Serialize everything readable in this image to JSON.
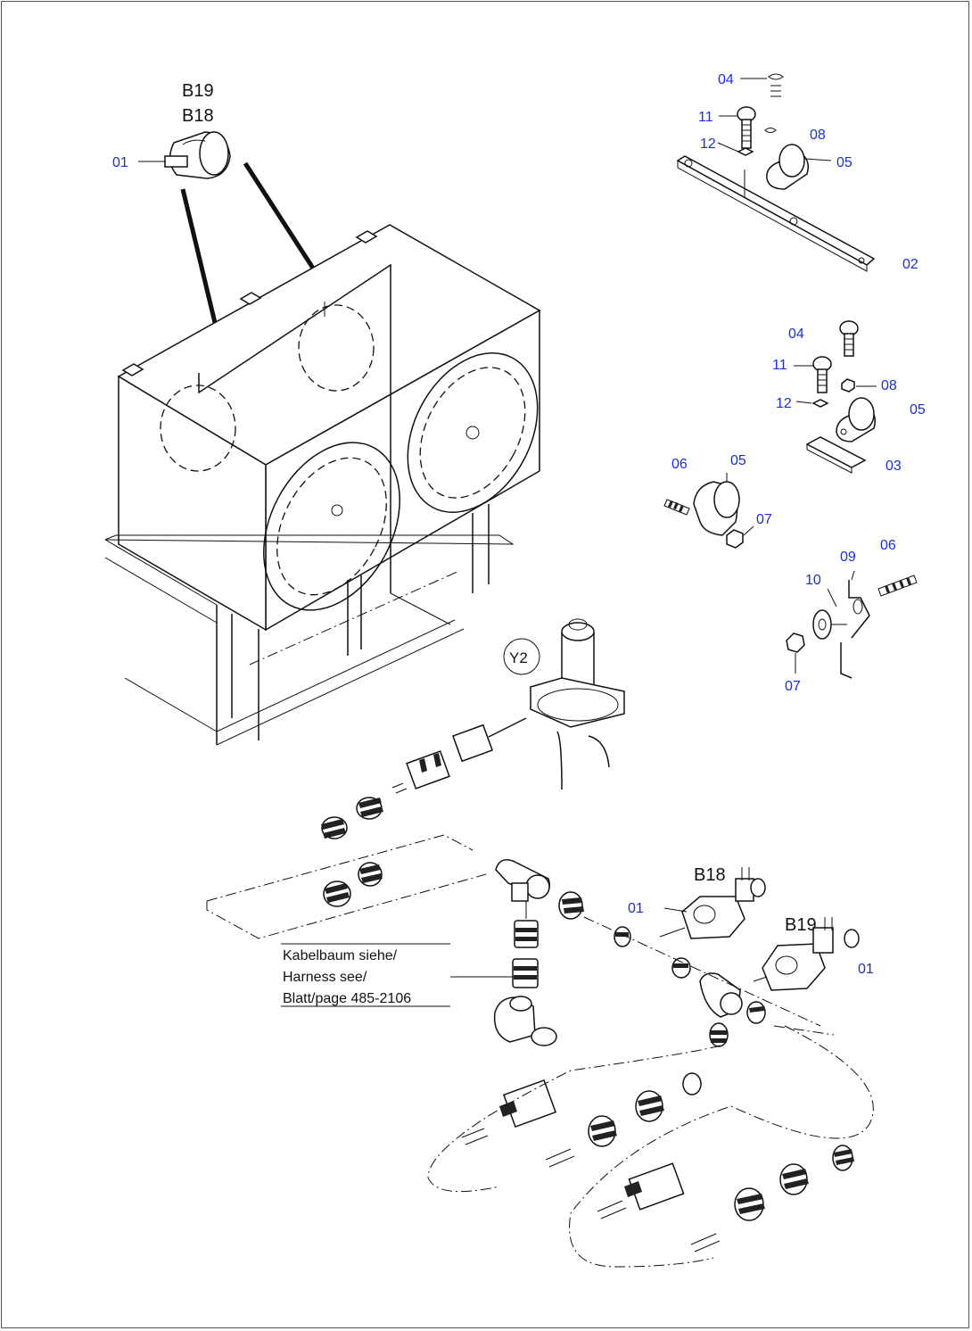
{
  "diagram": {
    "component_labels": {
      "b19_top": "B19",
      "b18_top": "B18",
      "y2": "Y2",
      "b18_lower": "B18",
      "b19_lower": "B19"
    },
    "part_labels": {
      "p01_top": "01",
      "p04_a": "04",
      "p11_a": "11",
      "p12_a": "12",
      "p08_a": "08",
      "p05_a": "05",
      "p02": "02",
      "p04_b": "04",
      "p11_b": "11",
      "p12_b": "12",
      "p08_b": "08",
      "p05_b": "05",
      "p03": "03",
      "p06_a": "06",
      "p05_c": "05",
      "p07_a": "07",
      "p09": "09",
      "p06_b": "06",
      "p10": "10",
      "p07_b": "07",
      "p01_b18": "01",
      "p01_b19": "01"
    },
    "note": {
      "line1": "Kabelbaum siehe/",
      "line2": "Harness see/",
      "line3": "Blatt/page 485-2106"
    }
  }
}
